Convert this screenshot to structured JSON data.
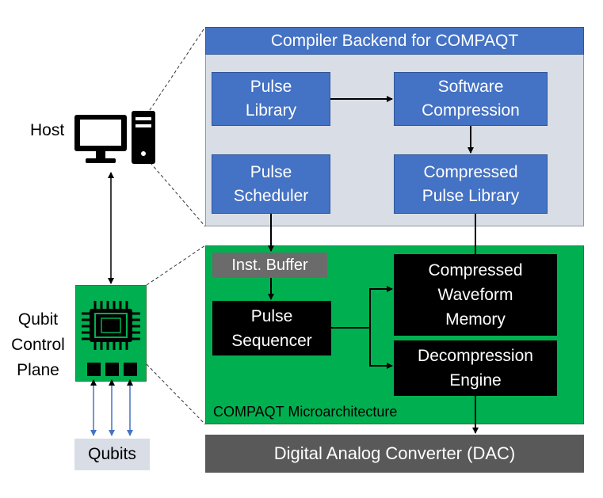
{
  "backend": {
    "title": "Compiler Backend for COMPAQT",
    "pulse_library": "Pulse\nLibrary",
    "software_compression": "Software\nCompression",
    "pulse_scheduler": "Pulse\nScheduler",
    "compressed_pulse_library": "Compressed\nPulse Library"
  },
  "micro": {
    "inst_buffer": "Inst. Buffer",
    "pulse_sequencer": "Pulse\nSequencer",
    "compressed_waveform_memory": "Compressed\nWaveform\nMemory",
    "decompression_engine": "Decompression\nEngine",
    "label": "COMPAQT Microarchitecture"
  },
  "dac": "Digital Analog Converter (DAC)",
  "left": {
    "host": "Host",
    "control_plane": "Qubit\nControl\nPlane",
    "qubits": "Qubits"
  },
  "colors": {
    "backend_bg": "#d9dde6",
    "backend_header": "#4472c4",
    "micro_bg": "#00b050",
    "dac_bg": "#595959",
    "inst_buffer_bg": "#6b6b6b"
  }
}
